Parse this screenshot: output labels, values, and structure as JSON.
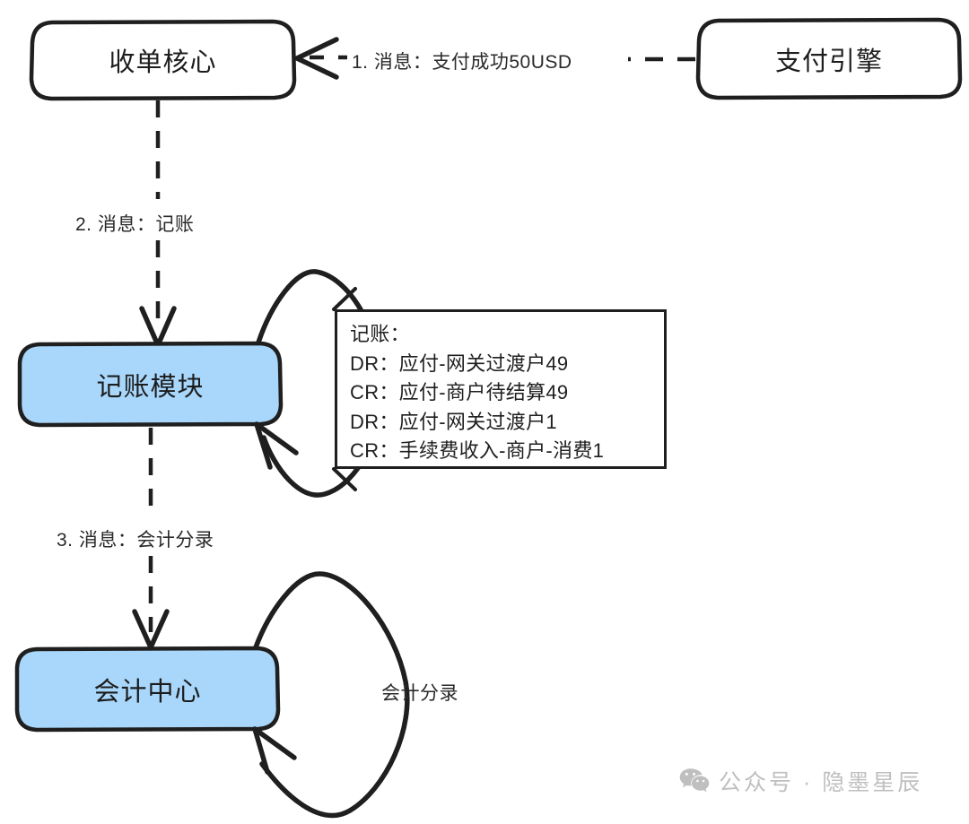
{
  "diagram": {
    "type": "sequence-flow",
    "background_color": "#ffffff",
    "stroke_color": "#1f1f1f",
    "accent_fill": "#a8d7fb",
    "plain_fill": "#ffffff",
    "nodes": [
      {
        "id": "acquiring-core",
        "label": "收单核心",
        "fill": "#ffffff",
        "shape": "rounded-rect"
      },
      {
        "id": "payment-engine",
        "label": "支付引擎",
        "fill": "#ffffff",
        "shape": "rounded-rect"
      },
      {
        "id": "bookkeeping-module",
        "label": "记账模块",
        "fill": "#a8d7fb",
        "shape": "rounded-rect"
      },
      {
        "id": "accounting-center",
        "label": "会计中心",
        "fill": "#a8d7fb",
        "shape": "rounded-rect"
      }
    ],
    "edges": [
      {
        "id": "edge-1",
        "label": "1. 消息：支付成功50USD",
        "from": "payment-engine",
        "to": "acquiring-core",
        "style": "dashed"
      },
      {
        "id": "edge-2",
        "label": "2. 消息：记账",
        "from": "acquiring-core",
        "to": "bookkeeping-module",
        "style": "dashed"
      },
      {
        "id": "edge-3",
        "label": "3. 消息：会计分录",
        "from": "bookkeeping-module",
        "to": "accounting-center",
        "style": "dashed"
      },
      {
        "id": "edge-self-bookkeeping",
        "label": "",
        "from": "bookkeeping-module",
        "to": "bookkeeping-module",
        "style": "solid"
      },
      {
        "id": "edge-self-accounting",
        "label": "会计分录",
        "from": "accounting-center",
        "to": "accounting-center",
        "style": "solid"
      }
    ],
    "note": {
      "id": "bookkeeping-note",
      "attached_to": "bookkeeping-module",
      "title": "记账：",
      "lines": [
        "记账：",
        "DR：应付-网关过渡户49",
        "CR：应付-商户待结算49",
        "DR：应付-网关过渡户1",
        "CR：手续费收入-商户-消费1"
      ]
    },
    "watermark": {
      "icon": "wechat-icon",
      "text": "公众号 · 隐墨星辰",
      "color": "#bfbfbf"
    }
  }
}
